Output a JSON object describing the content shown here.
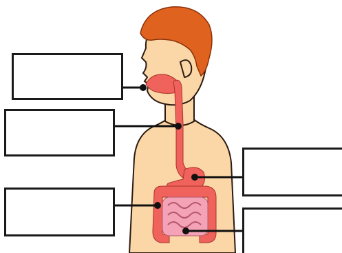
{
  "diagram": {
    "labels": [
      {
        "id": "mouth",
        "text": ""
      },
      {
        "id": "esophagus",
        "text": ""
      },
      {
        "id": "large-intestine",
        "text": ""
      },
      {
        "id": "stomach",
        "text": ""
      },
      {
        "id": "small-intestine",
        "text": ""
      }
    ]
  },
  "colors": {
    "skin": "#fbd7a8",
    "skin_outline": "#2b1a10",
    "hair": "#e0621f",
    "organ": "#f0635c",
    "small_intestine": "#f4a3b6",
    "leader_line": "#111111",
    "box_border": "#1a1a1a"
  }
}
